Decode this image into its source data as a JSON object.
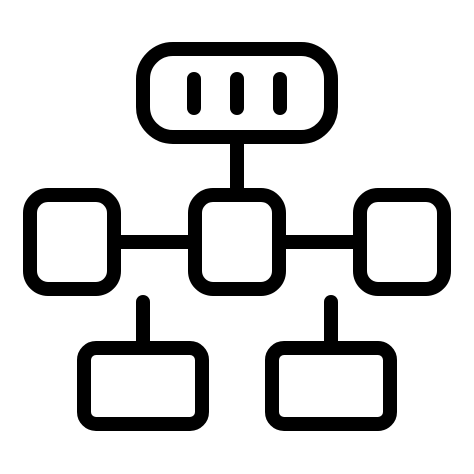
{
  "icon": {
    "name": "network-hierarchy-icon",
    "stroke_color": "#000000",
    "background_color": "#ffffff",
    "server_slot_count": 3,
    "middle_row_node_count": 3,
    "bottom_row_node_count": 2
  }
}
